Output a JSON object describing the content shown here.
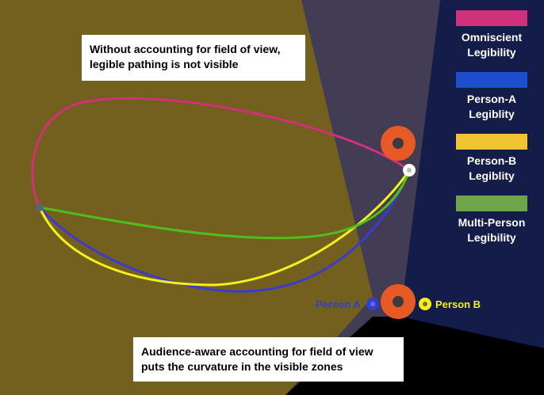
{
  "callouts": {
    "top": "Without accounting for field of view, legible pathing is not visible",
    "bottom": "Audience-aware accounting for field of view puts the curvature in the visible zones"
  },
  "legend": [
    {
      "label": "Omniscient Legibility",
      "color": "#d1307a"
    },
    {
      "label": "Person-A Legiblity",
      "color": "#1c4fd0"
    },
    {
      "label": "Person-B Legiblity",
      "color": "#f3c431"
    },
    {
      "label": "Multi-Person Legibility",
      "color": "#6ea54b"
    }
  ],
  "people": {
    "a": {
      "label": "Person A",
      "color": "#2f3fd3"
    },
    "b": {
      "label": "Person B",
      "color": "#f5ef1a"
    }
  },
  "colors": {
    "floor": "#73601f",
    "fov_overlap": "#423d55",
    "fov_b": "#141c4a",
    "black": "#000000",
    "goal_marker": "#e85a25",
    "start_marker": "#5c6270",
    "path_omniscient": "#d1307a",
    "path_person_a": "#3b3ccf",
    "path_person_b": "#f5ef1a",
    "path_multi": "#4fbf19"
  }
}
